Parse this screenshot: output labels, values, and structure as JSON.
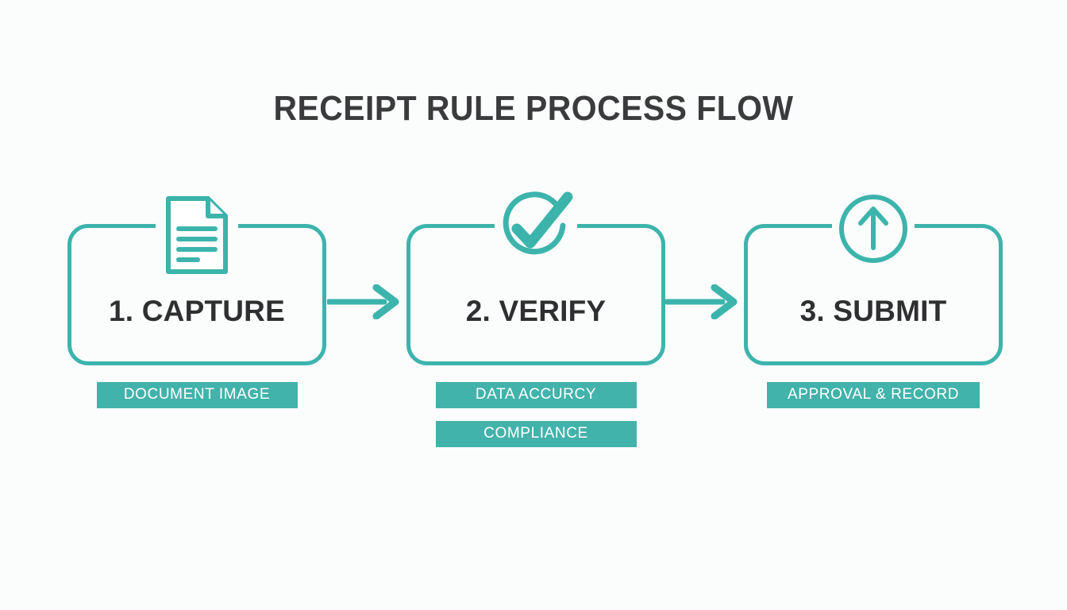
{
  "page": {
    "title": "RECEIPT RULE PROCESS FLOW",
    "background_color": "#fbfcfc",
    "accent_color": "#3cb4ac",
    "tag_color": "#42b3ab",
    "text_color": "#2f2f31"
  },
  "diagram": {
    "type": "process-flow",
    "orientation": "horizontal",
    "step_count": 3,
    "steps": [
      {
        "id": "capture",
        "label": "1. CAPTURE",
        "icon": "document-icon",
        "tags": [
          "DOCUMENT IMAGE"
        ]
      },
      {
        "id": "verify",
        "label": "2. VERIFY",
        "icon": "check-circle-icon",
        "tags": [
          "DATA ACCURCY",
          "COMPLIANCE"
        ]
      },
      {
        "id": "submit",
        "label": "3. SUBMIT",
        "icon": "upload-arrow-circle-icon",
        "tags": [
          "APPROVAL & RECORD"
        ]
      }
    ],
    "connectors": [
      {
        "from": "capture",
        "to": "verify",
        "icon": "arrow-right-icon"
      },
      {
        "from": "verify",
        "to": "submit",
        "icon": "arrow-right-icon"
      }
    ]
  }
}
